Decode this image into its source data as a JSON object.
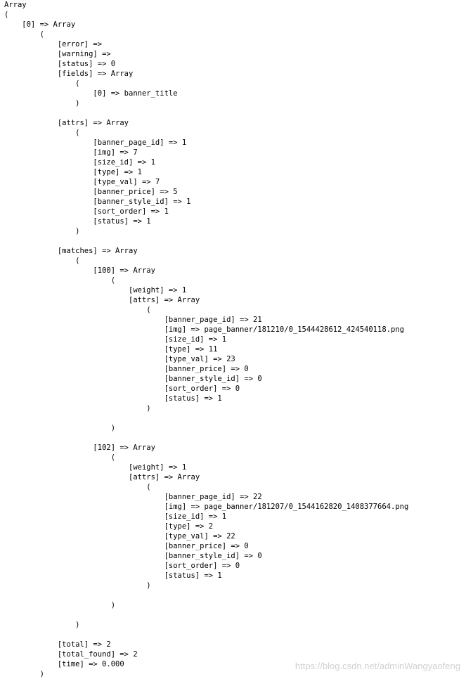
{
  "output_lines": [
    "Array",
    "(",
    "    [0] => Array",
    "        (",
    "            [error] =>",
    "            [warning] =>",
    "            [status] => 0",
    "            [fields] => Array",
    "                (",
    "                    [0] => banner_title",
    "                )",
    "",
    "            [attrs] => Array",
    "                (",
    "                    [banner_page_id] => 1",
    "                    [img] => 7",
    "                    [size_id] => 1",
    "                    [type] => 1",
    "                    [type_val] => 7",
    "                    [banner_price] => 5",
    "                    [banner_style_id] => 1",
    "                    [sort_order] => 1",
    "                    [status] => 1",
    "                )",
    "",
    "            [matches] => Array",
    "                (",
    "                    [100] => Array",
    "                        (",
    "                            [weight] => 1",
    "                            [attrs] => Array",
    "                                (",
    "                                    [banner_page_id] => 21",
    "                                    [img] => page_banner/181210/0_1544428612_424540118.png",
    "                                    [size_id] => 1",
    "                                    [type] => 11",
    "                                    [type_val] => 23",
    "                                    [banner_price] => 0",
    "                                    [banner_style_id] => 0",
    "                                    [sort_order] => 0",
    "                                    [status] => 1",
    "                                )",
    "",
    "                        )",
    "",
    "                    [102] => Array",
    "                        (",
    "                            [weight] => 1",
    "                            [attrs] => Array",
    "                                (",
    "                                    [banner_page_id] => 22",
    "                                    [img] => page_banner/181207/0_1544162820_1408377664.png",
    "                                    [size_id] => 1",
    "                                    [type] => 2",
    "                                    [type_val] => 22",
    "                                    [banner_price] => 0",
    "                                    [banner_style_id] => 0",
    "                                    [sort_order] => 0",
    "                                    [status] => 1",
    "                                )",
    "",
    "                        )",
    "",
    "                )",
    "",
    "            [total] => 2",
    "            [total_found] => 2",
    "            [time] => 0.000",
    "        )"
  ],
  "watermark": "https://blog.csdn.net/adminWangyaofeng"
}
